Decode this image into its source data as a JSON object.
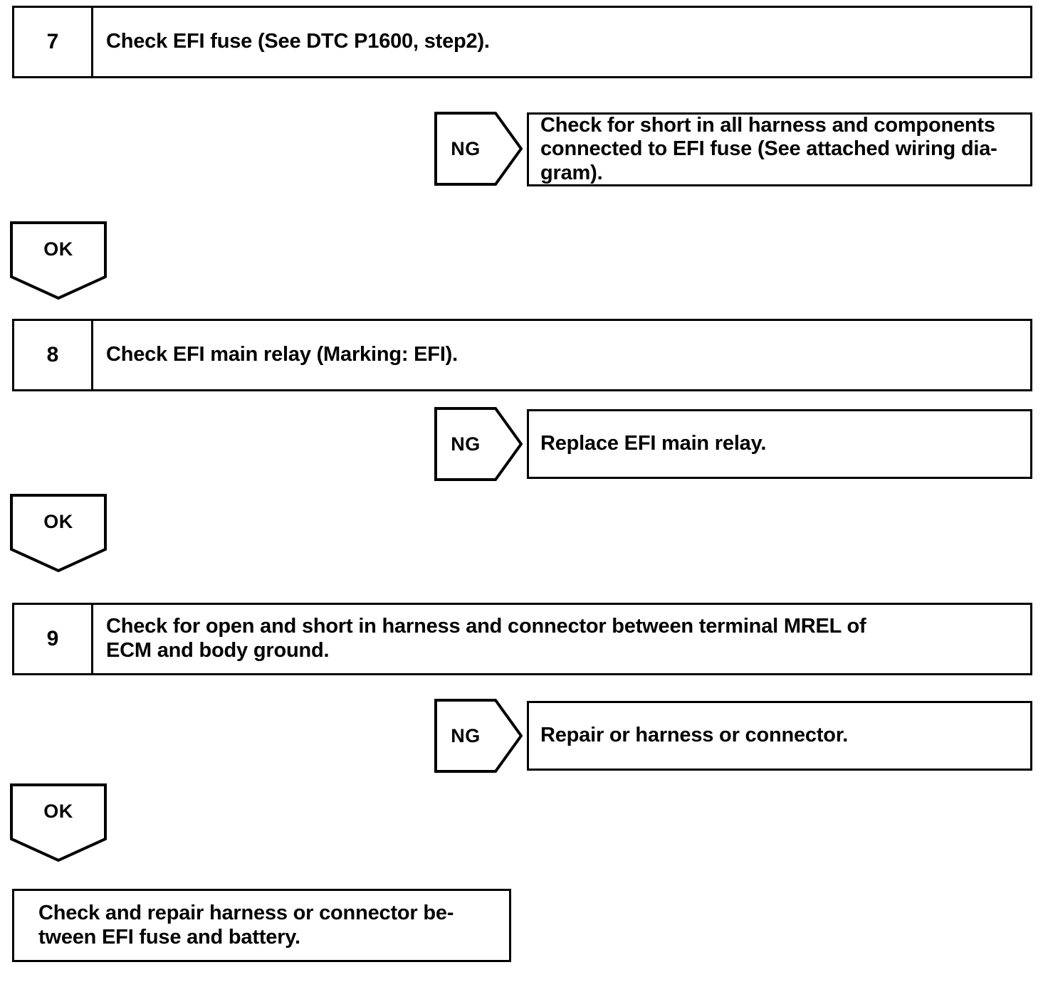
{
  "diagram": {
    "type": "troubleshooting-flowchart",
    "title": "",
    "steps": [
      {
        "number": "7",
        "text": "Check EFI fuse (See DTC P1600, step2).",
        "lines": [
          "Check EFI fuse (See DTC P1600, step2)."
        ]
      },
      {
        "number": "8",
        "text": "Check EFI main relay (Marking: EFI).",
        "lines": [
          "Check EFI main relay (Marking: EFI)."
        ]
      },
      {
        "number": "9",
        "text": "Check for open and short in harness and connector between terminal MREL of ECM and body ground.",
        "lines": [
          "Check for open and short in harness and connector between terminal MREL of",
          "ECM and body ground."
        ]
      }
    ],
    "ng_branches": [
      {
        "label": "NG",
        "text": "Check for short in all harness and components connected to EFI fuse (See attached wiring diagram).",
        "lines": [
          "Check for short in all harness and components",
          "connected to EFI fuse (See attached wiring dia-",
          "gram)."
        ]
      },
      {
        "label": "NG",
        "text": "Replace EFI main relay.",
        "lines": [
          "Replace EFI main relay."
        ]
      },
      {
        "label": "NG",
        "text": "Repair or harness or connector.",
        "lines": [
          "Repair or harness or connector."
        ]
      }
    ],
    "ok_connectors": [
      {
        "label": "OK"
      },
      {
        "label": "OK"
      },
      {
        "label": "OK"
      }
    ],
    "final": {
      "text": "Check and repair harness or connector between EFI fuse and battery.",
      "lines": [
        "Check and repair harness or connector be-",
        "tween EFI fuse and battery."
      ]
    },
    "colors": {
      "ink": "#000000",
      "paper": "#ffffff"
    }
  }
}
